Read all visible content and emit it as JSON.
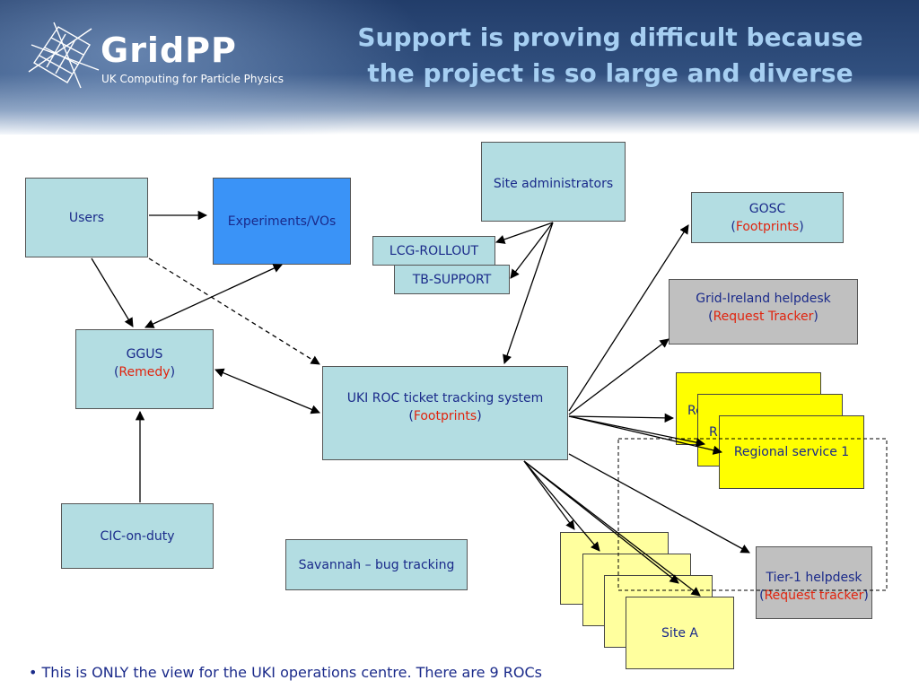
{
  "header": {
    "brand": "GridPP",
    "tagline": "UK Computing for Particle Physics",
    "title_line1": "Support is proving difficult because",
    "title_line2": "the project is so large and diverse"
  },
  "nodes": {
    "users": "Users",
    "experiments": "Experiments/VOs",
    "ggus_name": "GGUS",
    "ggus_tool": "Remedy",
    "cic": "CIC-on-duty",
    "savannah": "Savannah – bug tracking",
    "site_admins": "Site administrators",
    "lcg_rollout": "LCG-ROLLOUT",
    "tb_support": "TB-SUPPORT",
    "uki_roc": "UKI ROC ticket tracking system",
    "uki_tool": "Footprints",
    "gosc": "GOSC",
    "gosc_tool": "Footprints",
    "grid_ireland": "Grid-Ireland helpdesk",
    "grid_ireland_tool": "Request Tracker",
    "regional_back_1": "Re",
    "regional_back_2": "R",
    "regional_service": "Regional service 1",
    "site_a": "Site A",
    "tier1": "Tier-1 helpdesk",
    "tier1_tool": "Request tracker"
  },
  "footer": "• This is ONLY the view for the UKI operations centre. There are 9 ROCs",
  "colors": {
    "node_fill": "#b3dde2",
    "experiments_fill": "#3a93f7",
    "helpdesk_fill": "#c0c0c0",
    "regional_fill": "#ffff00",
    "site_fill": "#ffff9e",
    "tool_text": "#e0240e",
    "label_text": "#1a2a8a",
    "title_text": "#a6cff2"
  }
}
